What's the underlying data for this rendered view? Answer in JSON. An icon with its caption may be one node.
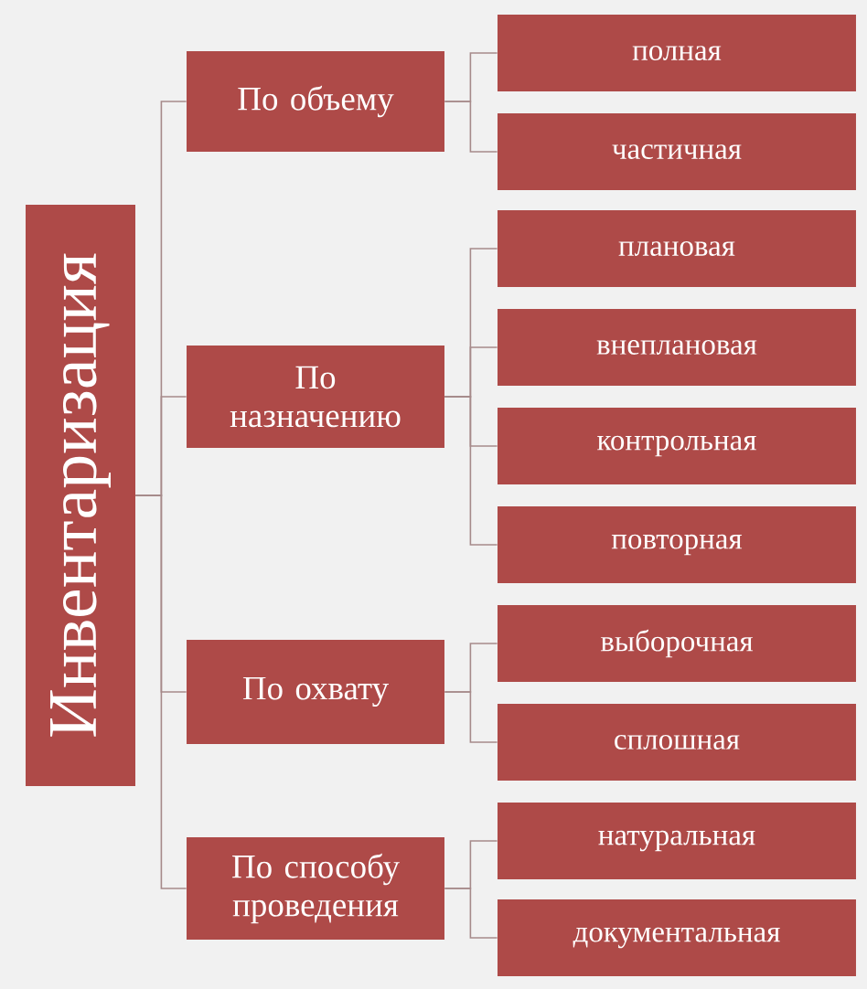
{
  "diagram": {
    "nodes": [
      {
        "text": [
          "Инвентаризация"
        ]
      },
      {
        "text": [
          "По объему"
        ]
      },
      {
        "text": [
          "полная"
        ]
      },
      {
        "text": [
          "частичная"
        ]
      },
      {
        "text": [
          "По назначению"
        ]
      },
      {
        "text": [
          "плановая"
        ]
      },
      {
        "text": [
          "внеплановая"
        ]
      },
      {
        "text": [
          "контрольная"
        ]
      },
      {
        "text": [
          "повторная"
        ]
      },
      {
        "text": [
          "По охвату"
        ]
      },
      {
        "text": [
          "выборочная"
        ]
      },
      {
        "text": [
          "сплошная"
        ]
      },
      {
        "text": [
          "По способу проведения"
        ]
      },
      {
        "text": [
          "натуральная"
        ]
      },
      {
        "text": [
          "документальная"
        ]
      }
    ],
    "edges": [
      {
        "from": 0,
        "to": 1,
        "arrow": "none"
      },
      {
        "from": 0,
        "to": 4,
        "arrow": "none"
      },
      {
        "from": 0,
        "to": 9,
        "arrow": "none"
      },
      {
        "from": 0,
        "to": 12,
        "arrow": "none"
      },
      {
        "from": 1,
        "to": 2,
        "arrow": "none"
      },
      {
        "from": 1,
        "to": 3,
        "arrow": "none"
      },
      {
        "from": 4,
        "to": 5,
        "arrow": "none"
      },
      {
        "from": 4,
        "to": 6,
        "arrow": "none"
      },
      {
        "from": 4,
        "to": 7,
        "arrow": "none"
      },
      {
        "from": 4,
        "to": 8,
        "arrow": "none"
      },
      {
        "from": 9,
        "to": 10,
        "arrow": "none"
      },
      {
        "from": 9,
        "to": 11,
        "arrow": "none"
      },
      {
        "from": 12,
        "to": 13,
        "arrow": "none"
      },
      {
        "from": 12,
        "to": 14,
        "arrow": "none"
      }
    ]
  }
}
